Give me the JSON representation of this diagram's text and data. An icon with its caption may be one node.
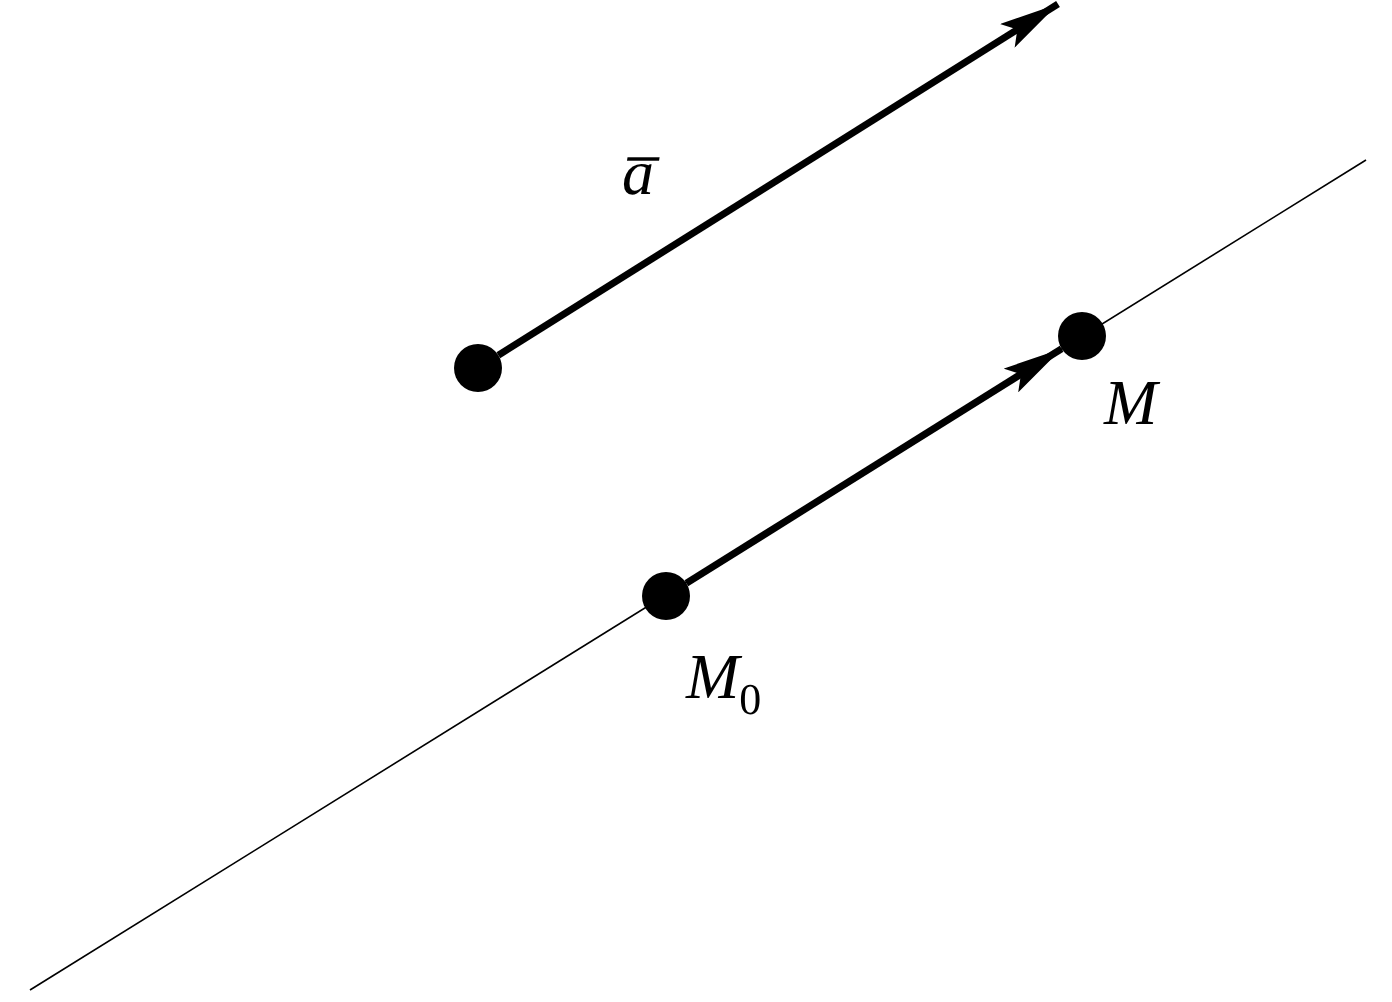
{
  "diagram": {
    "nodes": [
      {
        "text": [],
        "shape": "circle"
      },
      {
        "text": [],
        "shape": "circle",
        "beside": [
          "M$_{0}$"
        ]
      },
      {
        "text": [],
        "shape": "circle",
        "beside": [
          "M"
        ]
      }
    ],
    "edges": [
      {
        "from": 0,
        "to": null,
        "arrow": "to",
        "label": "a̅"
      },
      {
        "from": 1,
        "to": 2,
        "arrow": "to"
      }
    ]
  }
}
